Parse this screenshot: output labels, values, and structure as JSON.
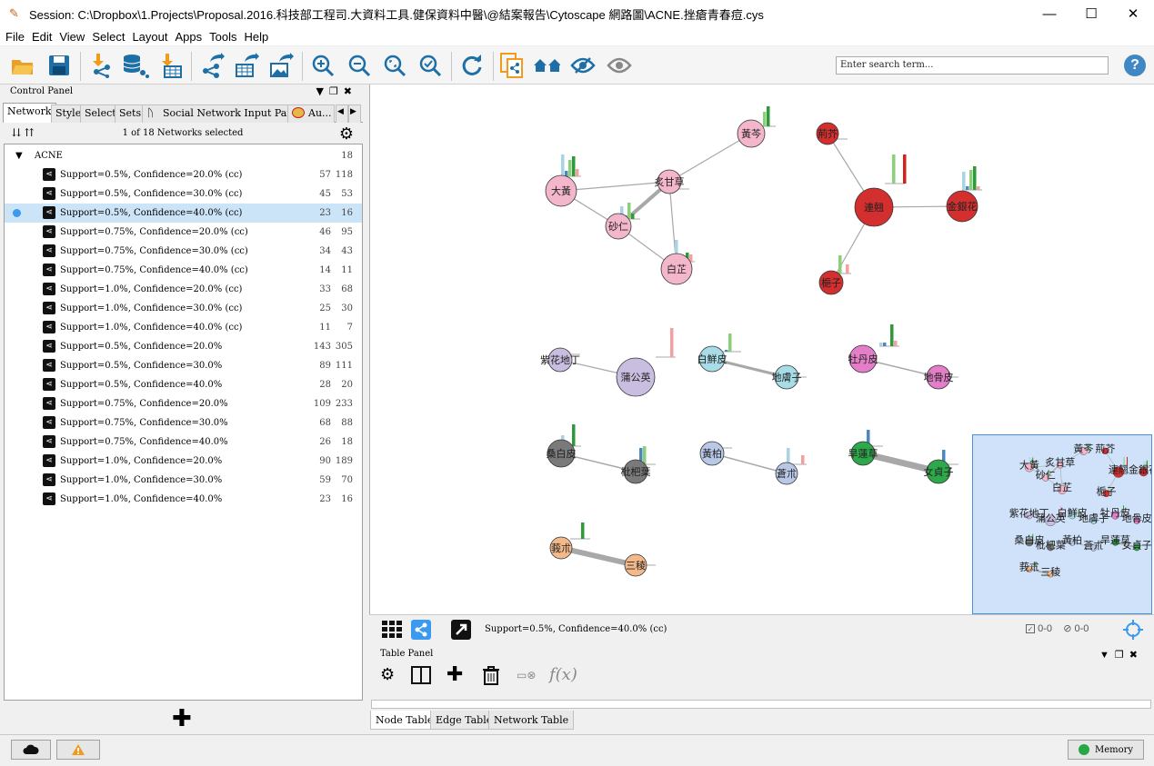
{
  "window": {
    "title": "Session: C:\\Dropbox\\1.Projects\\Proposal.2016.科技部工程司.大資料工具.健保資料中醫\\@結案報告\\Cytoscape 網路圖\\ACNE.挫瘡青春痘.cys",
    "controls": [
      "—",
      "☐",
      "✕"
    ]
  },
  "menu": [
    "File",
    "Edit",
    "View",
    "Select",
    "Layout",
    "Apps",
    "Tools",
    "Help"
  ],
  "toolbar": {
    "search_placeholder": "Enter search term...",
    "help": "?"
  },
  "control_panel": {
    "title": "Control Panel",
    "tabs": [
      "Network",
      "Style",
      "Select",
      "Sets",
      "Social Network Input Panel",
      "Au..."
    ],
    "selection_info": "1 of 18 Networks selected",
    "root": {
      "label": "ACNE",
      "count": "18"
    },
    "networks": [
      {
        "label": "Support=0.5%, Confidence=20.0% (cc)",
        "nodes": "57",
        "edges": "118"
      },
      {
        "label": "Support=0.5%, Confidence=30.0% (cc)",
        "nodes": "45",
        "edges": "53"
      },
      {
        "label": "Support=0.5%, Confidence=40.0% (cc)",
        "nodes": "23",
        "edges": "16",
        "selected": true
      },
      {
        "label": "Support=0.75%, Confidence=20.0% (cc)",
        "nodes": "46",
        "edges": "95"
      },
      {
        "label": "Support=0.75%, Confidence=30.0% (cc)",
        "nodes": "34",
        "edges": "43"
      },
      {
        "label": "Support=0.75%, Confidence=40.0% (cc)",
        "nodes": "14",
        "edges": "11"
      },
      {
        "label": "Support=1.0%, Confidence=20.0% (cc)",
        "nodes": "33",
        "edges": "68"
      },
      {
        "label": "Support=1.0%, Confidence=30.0% (cc)",
        "nodes": "25",
        "edges": "30"
      },
      {
        "label": "Support=1.0%, Confidence=40.0% (cc)",
        "nodes": "11",
        "edges": "7"
      },
      {
        "label": "Support=0.5%, Confidence=20.0%",
        "nodes": "143",
        "edges": "305"
      },
      {
        "label": "Support=0.5%, Confidence=30.0%",
        "nodes": "89",
        "edges": "111"
      },
      {
        "label": "Support=0.5%, Confidence=40.0%",
        "nodes": "28",
        "edges": "20"
      },
      {
        "label": "Support=0.75%, Confidence=20.0%",
        "nodes": "109",
        "edges": "233"
      },
      {
        "label": "Support=0.75%, Confidence=30.0%",
        "nodes": "68",
        "edges": "88"
      },
      {
        "label": "Support=0.75%, Confidence=40.0%",
        "nodes": "26",
        "edges": "18"
      },
      {
        "label": "Support=1.0%, Confidence=20.0%",
        "nodes": "90",
        "edges": "189"
      },
      {
        "label": "Support=1.0%, Confidence=30.0%",
        "nodes": "59",
        "edges": "70"
      },
      {
        "label": "Support=1.0%, Confidence=40.0%",
        "nodes": "23",
        "edges": "16"
      }
    ]
  },
  "graph": {
    "nodes": [
      {
        "id": "n1",
        "label": "黃芩",
        "color": "#f4b6cb"
      },
      {
        "id": "n2",
        "label": "大黃",
        "color": "#f4b6cb"
      },
      {
        "id": "n3",
        "label": "炙甘草",
        "color": "#f4b6cb"
      },
      {
        "id": "n4",
        "label": "砂仁",
        "color": "#f4b6cb"
      },
      {
        "id": "n5",
        "label": "白芷",
        "color": "#f4b6cb"
      },
      {
        "id": "n6",
        "label": "荊芥",
        "color": "#d32f2f"
      },
      {
        "id": "n7",
        "label": "連翹",
        "color": "#d32f2f"
      },
      {
        "id": "n8",
        "label": "金銀花",
        "color": "#d32f2f"
      },
      {
        "id": "n9",
        "label": "梔子",
        "color": "#d32f2f"
      },
      {
        "id": "n10",
        "label": "紫花地丁",
        "color": "#c9bde0"
      },
      {
        "id": "n11",
        "label": "蒲公英",
        "color": "#c9bde0"
      },
      {
        "id": "n12",
        "label": "白鮮皮",
        "color": "#a8dde8"
      },
      {
        "id": "n13",
        "label": "地膚子",
        "color": "#a8dde8"
      },
      {
        "id": "n14",
        "label": "牡丹皮",
        "color": "#e47ec8"
      },
      {
        "id": "n15",
        "label": "地骨皮",
        "color": "#e47ec8"
      },
      {
        "id": "n16",
        "label": "桑白皮",
        "color": "#7a7a7a"
      },
      {
        "id": "n17",
        "label": "枇杷葉",
        "color": "#7a7a7a"
      },
      {
        "id": "n18",
        "label": "黃柏",
        "color": "#b8c8e6"
      },
      {
        "id": "n19",
        "label": "蒼朮",
        "color": "#b8c8e6"
      },
      {
        "id": "n20",
        "label": "旱蓮草",
        "color": "#2ea84a"
      },
      {
        "id": "n21",
        "label": "女貞子",
        "color": "#2ea84a"
      },
      {
        "id": "n22",
        "label": "莪朮",
        "color": "#f4b98a"
      },
      {
        "id": "n23",
        "label": "三稜",
        "color": "#f4b98a"
      }
    ]
  },
  "network_bar": {
    "current_network": "Support=0.5%, Confidence=40.0% (cc)",
    "selected_count": "0-0",
    "hidden_count": "0-0"
  },
  "table_panel": {
    "title": "Table Panel",
    "fx": "f(x)",
    "tabs": [
      "Node Table",
      "Edge Table",
      "Network Table"
    ]
  },
  "status": {
    "memory": "Memory"
  }
}
